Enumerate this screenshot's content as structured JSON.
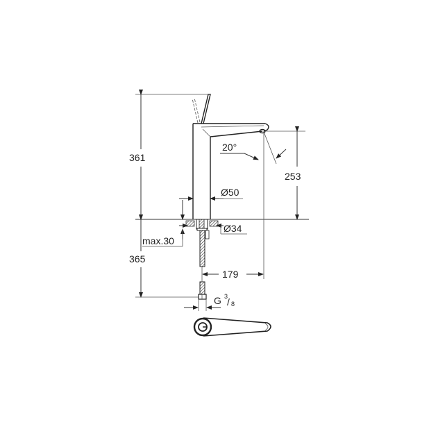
{
  "diagram": {
    "type": "technical-drawing",
    "subject": "tall basin mixer faucet, side elevation and top view",
    "dimensions": {
      "total_height_above_deck": "361",
      "spout_height": "253",
      "spout_angle": "20°",
      "body_diameter": "Ø50",
      "hole_diameter": "Ø34",
      "max_deck_thickness": "max.30",
      "hose_length_below_deck": "365",
      "spout_reach": "179",
      "connection_thread_main": "G",
      "connection_thread_num": "3",
      "connection_thread_den": "8"
    },
    "views": [
      "side-elevation",
      "top-view"
    ]
  }
}
